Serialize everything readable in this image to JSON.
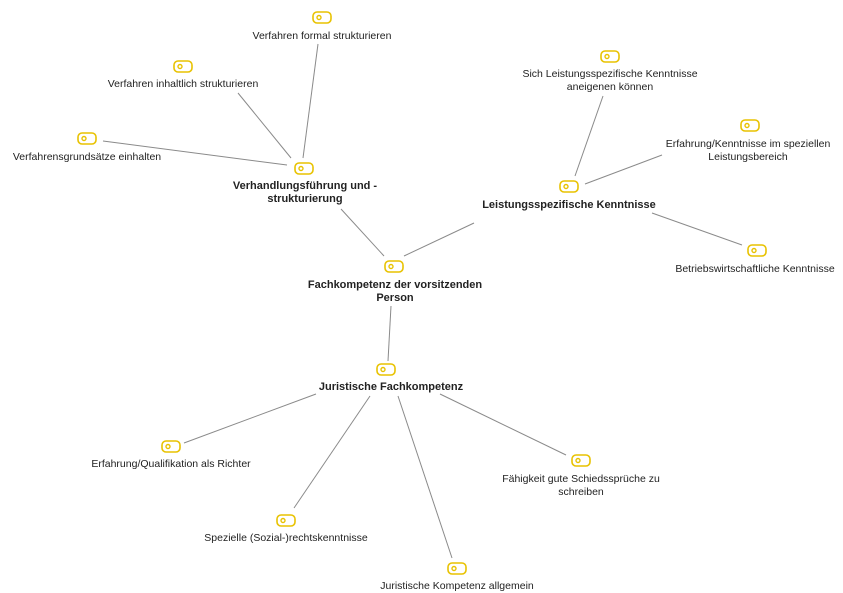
{
  "map": {
    "icon_color": "#e8c200",
    "edge_color": "#8a8a8a",
    "nodes": {
      "root": {
        "label": "Fachkompetenz der vorsitzenden Person",
        "icon": "code-icon"
      },
      "verhandlung": {
        "label": "Verhandlungsführung und -strukturierung",
        "icon": "code-icon"
      },
      "leistung": {
        "label": "Leistungsspezifische Kenntnisse",
        "icon": "code-icon"
      },
      "juristisch": {
        "label": "Juristische Fachkompetenz",
        "icon": "code-icon"
      },
      "formal": {
        "label": "Verfahren formal strukturieren",
        "icon": "code-icon"
      },
      "inhaltlich": {
        "label": "Verfahren inhaltlich strukturieren",
        "icon": "code-icon"
      },
      "grundsaetze": {
        "label": "Verfahrensgrundsätze einhalten",
        "icon": "code-icon"
      },
      "aneignen": {
        "label": "Sich Leistungsspezifische Kenntnisse aneigenen können",
        "icon": "code-icon"
      },
      "erfahrung_leistung": {
        "label": "Erfahrung/Kenntnisse im speziellen Leistungsbereich",
        "icon": "code-icon"
      },
      "bwl": {
        "label": "Betriebswirtschaftliche Kenntnisse",
        "icon": "code-icon"
      },
      "richter": {
        "label": "Erfahrung/Qualifikation als Richter",
        "icon": "code-icon"
      },
      "schiedssprueche": {
        "label": "Fähigkeit gute Schiedssprüche zu schreiben",
        "icon": "code-icon"
      },
      "sozialrecht": {
        "label": "Spezielle (Sozial-)rechtskenntnisse",
        "icon": "code-icon"
      },
      "allgemein": {
        "label": "Juristische Kompetenz allgemein",
        "icon": "code-icon"
      }
    }
  }
}
